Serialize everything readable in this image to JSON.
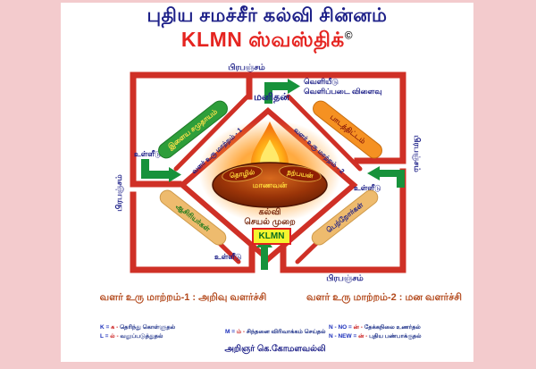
{
  "title": {
    "line1": "புதிய சமச்சீர் கல்வி சின்னம்",
    "line2": "KLMN ஸ்வஸ்திக்",
    "copyright": "©"
  },
  "labels": {
    "universe_top": "பிரபஞ்சம்",
    "universe_left": "பிரபஞ்சம்",
    "universe_right": "பிரபஞ்சம்",
    "universe_bottom": "பிரபஞ்சம்",
    "human": "மனிதன்",
    "output_line1": "வெளியீடு",
    "output_line2": "வெளிப்படை விளைவு",
    "input_left": "உள்ளீடு",
    "input_right": "உள்ளீடு",
    "input_bottom": "உள்ளீடு",
    "transform_left": "வளர் உரு மாற்றம் - 1",
    "transform_right": "வளர் உரு மாற்றம் - 2"
  },
  "banners": {
    "top_left": "இளைய சமுதாயம்",
    "top_right": "பாடத்திட்டம்",
    "bottom_left": "ஆசிரியர்கள்",
    "bottom_right": "பெற்றோர்கள்"
  },
  "lamp": {
    "left_oval": "தொழில்",
    "right_oval": "நற்பயன்",
    "student": "மாணவன்",
    "below1": "கல்வி",
    "below2": "செயல் முறை",
    "klmn": "KLMN"
  },
  "captions": {
    "left": "வளர் உரு மாற்றம்-1 : அறிவு வளர்ச்சி",
    "right": "வளர் உரு மாற்றம்-2 : மன வளர்ச்சி"
  },
  "legend": {
    "items": [
      {
        "letter": "K =",
        "code": "க -",
        "desc": "தெரிந்து கொள்ளுதல்"
      },
      {
        "letter": "L =",
        "code": "ல் -",
        "desc": "வலுப்படுத்துதல்"
      },
      {
        "letter": "M =",
        "code": "ம் -",
        "desc": "சிந்தனை விரிவாக்கம் செய்தல்"
      },
      {
        "letter": "N - NO =",
        "code": "ன் -",
        "desc": "தேக்கநிலை உணர்தல்"
      },
      {
        "letter": "N - NEW =",
        "code": "ன் -",
        "desc": "புதிய பண்பாக்குதல்"
      }
    ]
  },
  "author": "அறிஞர் கெ.கோமளவல்லி",
  "colors": {
    "frame_red": "#cf3026",
    "arrow_green": "#17923b",
    "banner_green": "#2e9e3a",
    "banner_orange": "#f59122",
    "banner_tan": "#eebb6e",
    "title_blue": "#1d2088",
    "title_red": "#e52420",
    "caption_brown": "#b3491c",
    "lamp_dark": "#7a2206",
    "flame_yellow": "#ffe14a",
    "klmn_bg": "#f5f52e",
    "border_pink": "#f3cbcd"
  }
}
